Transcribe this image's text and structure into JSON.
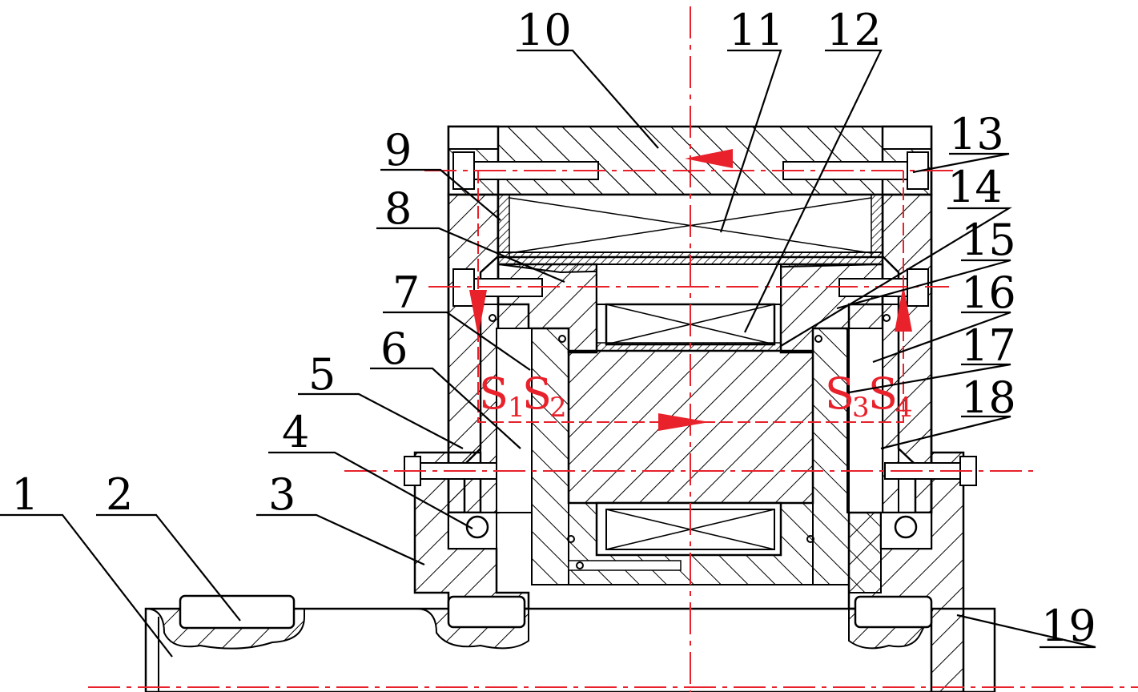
{
  "labels": {
    "n1": "1",
    "n2": "2",
    "n3": "3",
    "n4": "4",
    "n5": "5",
    "n6": "6",
    "n7": "7",
    "n8": "8",
    "n9": "9",
    "n10": "10",
    "n11": "11",
    "n12": "12",
    "n13": "13",
    "n14": "14",
    "n15": "15",
    "n16": "16",
    "n17": "17",
    "n18": "18",
    "n19": "19"
  },
  "gaps": {
    "s1": "S",
    "s1_sub": "1",
    "s2": "S",
    "s2_sub": "2",
    "s3": "S",
    "s3_sub": "3",
    "s4": "S",
    "s4_sub": "4"
  },
  "colors": {
    "line": "#000000",
    "flux": "#e8212b",
    "background": "#ffffff"
  }
}
